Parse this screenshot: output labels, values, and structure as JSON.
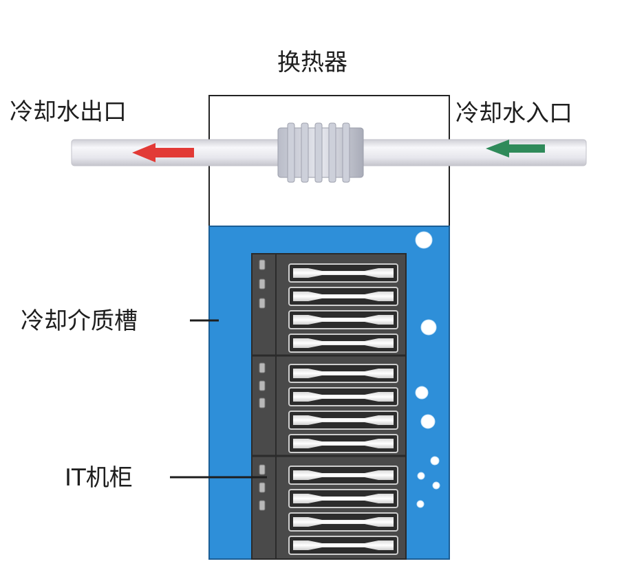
{
  "labels": {
    "heat_exchanger": "换热器",
    "water_outlet": "冷却水出口",
    "water_inlet": "冷却水入口",
    "coolant_tank": "冷却介质槽",
    "it_rack": "IT机柜"
  },
  "colors": {
    "tank_fill": "#2e8fd9",
    "rack_body": "#4a4a4a",
    "outlet_arrow": "#e23a36",
    "inlet_arrow": "#2f8a5a",
    "pipe": "#e8e8ec"
  }
}
